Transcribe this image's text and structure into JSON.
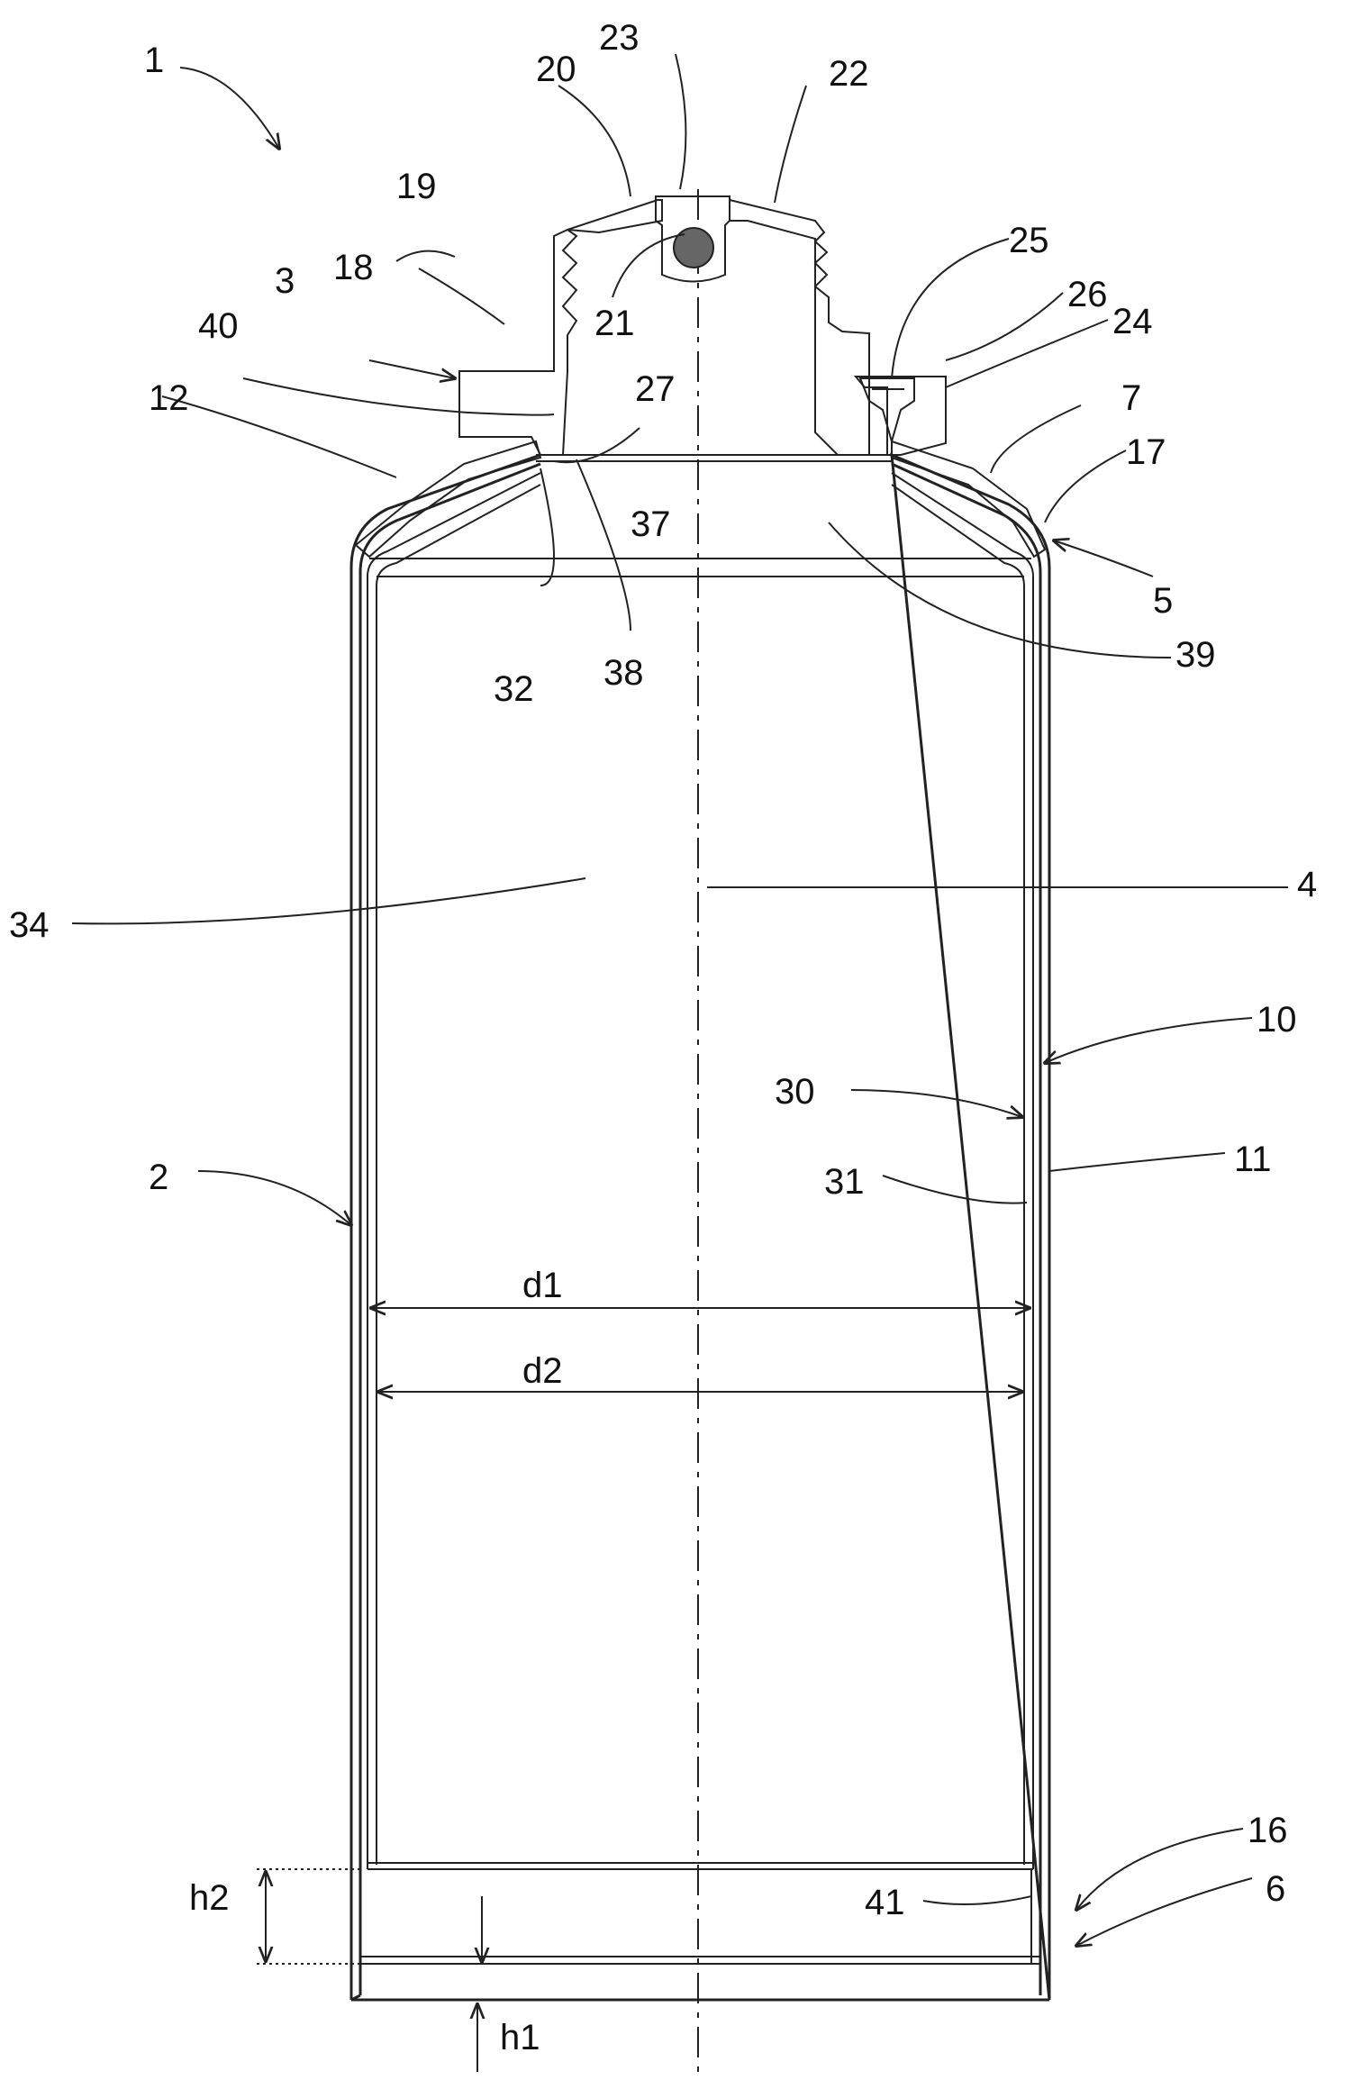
{
  "figure": {
    "labels": {
      "n1": "1",
      "n2": "2",
      "n3": "3",
      "n4": "4",
      "n5": "5",
      "n6": "6",
      "n7": "7",
      "n10": "10",
      "n11": "11",
      "n12": "12",
      "n16": "16",
      "n17": "17",
      "n18": "18",
      "n19": "19",
      "n20": "20",
      "n21": "21",
      "n22": "22",
      "n23": "23",
      "n24": "24",
      "n25": "25",
      "n26": "26",
      "n27": "27",
      "n30": "30",
      "n31": "31",
      "n32": "32",
      "n34": "34",
      "n37": "37",
      "n38": "38",
      "n39": "39",
      "n40": "40",
      "n41": "41",
      "d1": "d1",
      "d2": "d2",
      "h1": "h1",
      "h2": "h2"
    },
    "hatch_color": "#222222",
    "line_color": "#222222"
  }
}
